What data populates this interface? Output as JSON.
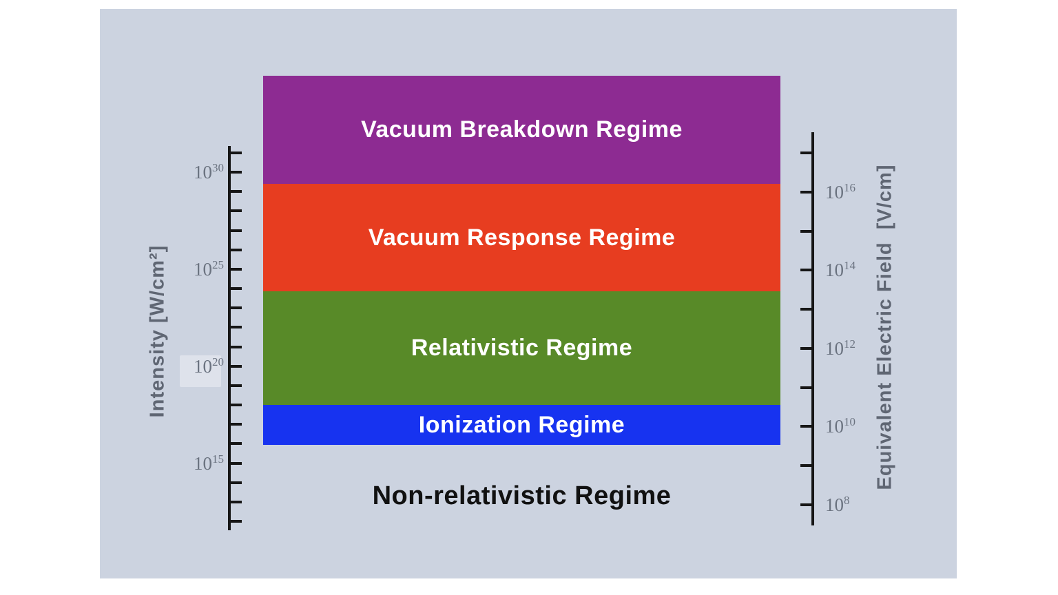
{
  "page": {
    "background": "#ffffff",
    "panel_background": "#ccd3e0"
  },
  "styles": {
    "axis_color": "#161616",
    "tick_label_color": "#6b7380",
    "axis_title_color": "#5f6673",
    "band_text_color": "#ffffff",
    "baseline_text_color": "#111111"
  },
  "chart_data": {
    "type": "bar",
    "variant": "stacked horizontal regime bands on dual logarithmic axes",
    "title": "",
    "left_axis": {
      "label": "Intensity [W/cm²]",
      "scale": "log10",
      "labeled_tick_exponents": [
        30,
        25,
        20,
        15
      ],
      "labeled_tick_values": [
        "10^30",
        "10^25",
        "10^20",
        "10^15"
      ],
      "tick_count": 20,
      "decades_per_tick": 1,
      "highlighted_tick": "10^20"
    },
    "right_axis": {
      "label": "Equivalent Electric Field  [V/cm]",
      "scale": "log10",
      "labeled_tick_exponents": [
        16,
        14,
        12,
        10,
        8
      ],
      "labeled_tick_values": [
        "10^16",
        "10^14",
        "10^12",
        "10^10",
        "10^8"
      ],
      "tick_count": 10,
      "decades_per_tick": 1
    },
    "bands": [
      {
        "label": "Vacuum Breakdown Regime",
        "color": "#8d2b92",
        "approx_intensity_range_w_cm2": "3×10^29 – 10^35"
      },
      {
        "label": "Vacuum Response Regime",
        "color": "#e73d20",
        "approx_intensity_range_w_cm2": "10^24 – 3×10^29"
      },
      {
        "label": "Relativistic Regime",
        "color": "#588a28",
        "approx_intensity_range_w_cm2": "10^18 – 10^24"
      },
      {
        "label": "Ionization Regime",
        "color": "#1733f0",
        "approx_intensity_range_w_cm2": "10^16 – 10^18"
      }
    ],
    "baseline_label": {
      "label": "Non-relativistic Regime",
      "approx_intensity_range_w_cm2": "below 10^16"
    }
  }
}
